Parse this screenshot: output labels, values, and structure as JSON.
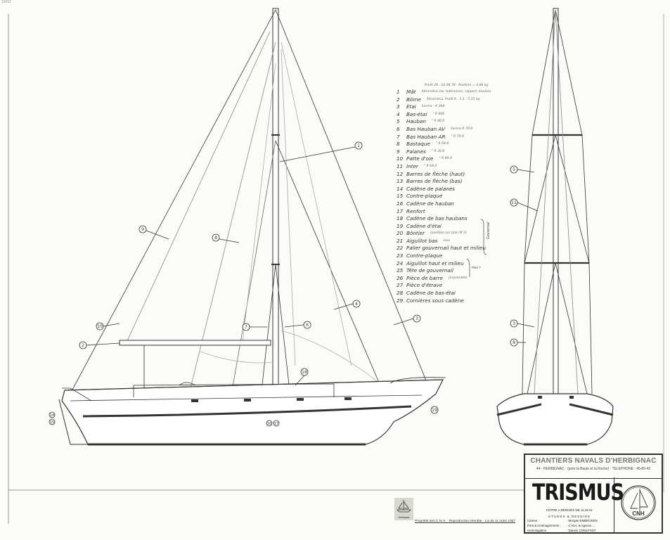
{
  "corner_label": "20452",
  "legend": {
    "header": "Profil 28 · 22.04.78 · Poids/m = 6,86 kg",
    "items": [
      {
        "num": "1",
        "label": "Mât",
        "spec": "Aéroméca (av. tolérances, rapport, boulon)"
      },
      {
        "num": "2",
        "label": "Bôme",
        "spec": "Aéroméca, Profil 6 · 1,1 · 7,35 kg"
      },
      {
        "num": "3",
        "label": "Etai",
        "spec": "Sarma · R 364"
      },
      {
        "num": "4",
        "label": "Bas-étai",
        "spec": "\"  R 800"
      },
      {
        "num": "5",
        "label": "Hauban",
        "spec": "\"  R 80.0"
      },
      {
        "num": "6",
        "label": "Bas Hauban AV",
        "spec": "Sarma  R 70.0"
      },
      {
        "num": "7",
        "label": "Bas Hauban AR",
        "spec": "\"  R 70.0"
      },
      {
        "num": "8",
        "label": "Bastaque",
        "spec": "\"  R 64.0"
      },
      {
        "num": "9",
        "label": "Palanes",
        "spec": "\"  R 30.0"
      },
      {
        "num": "10",
        "label": "Patte d'oie",
        "spec": "\"  R 80.0"
      },
      {
        "num": "11",
        "label": "Inter",
        "spec": "\"  R 64.0"
      },
      {
        "num": "12",
        "label": "Barres de flèche (haut)",
        "spec": ""
      },
      {
        "num": "13",
        "label": "Barres de flèche (bas)",
        "spec": ""
      },
      {
        "num": "14",
        "label": "Cadène de palanes",
        "spec": ""
      },
      {
        "num": "15",
        "label": "Contre-plaque",
        "spec": ""
      },
      {
        "num": "16",
        "label": "Cadène de hauban",
        "spec": ""
      },
      {
        "num": "17",
        "label": "Renfort",
        "spec": ""
      },
      {
        "num": "18",
        "label": "Cadène de bas haubans",
        "spec": ""
      },
      {
        "num": "19",
        "label": "Cadène d'étai",
        "spec": ""
      },
      {
        "num": "20",
        "label": "Bôntier",
        "spec": "(position sur plan N°3)"
      },
      {
        "num": "21",
        "label": "Aiguillot bas",
        "spec": "inox"
      },
      {
        "num": "22",
        "label": "Palier gouvernail haut et milieu",
        "spec": ""
      },
      {
        "num": "23",
        "label": "Contre-plaque",
        "spec": ""
      },
      {
        "num": "24",
        "label": "Aiguillot haut et milieu",
        "spec": ""
      },
      {
        "num": "25",
        "label": "Tête de gouvernail",
        "spec": ""
      },
      {
        "num": "26",
        "label": "Pièce de barre",
        "spec": "(implantée)"
      },
      {
        "num": "27",
        "label": "Pièce d'étrave",
        "spec": ""
      },
      {
        "num": "28",
        "label": "Cadène de bas-étai",
        "spec": ""
      },
      {
        "num": "29",
        "label": "Cornières sous cadène",
        "spec": ""
      }
    ],
    "group_gouvernail": "Gouvernail",
    "group_plan": "Plan 7"
  },
  "callouts_side": [
    "1",
    "9",
    "8",
    "10",
    "2",
    "7",
    "6",
    "4",
    "3",
    "18",
    "19",
    "14",
    "15",
    "16",
    "17"
  ],
  "callouts_front": [
    "5",
    "11",
    "3",
    "8"
  ],
  "title_block": {
    "yard": "CHANTIERS NAVALS D'HERBIGNAC",
    "address": "44 · HERBIGNAC · (près la Baule et la Roche) · TELEPHONE : 45-80-42",
    "boat_name": "TRISMUS",
    "subtitle": "COTRE A DERIVES DE 11,20 M.",
    "studies": "ETUDES & DESSINS",
    "credits": [
      {
        "role": "Carène :",
        "by": ": Morgan EMBROSEN"
      },
      {
        "role": "Pont & Aménagements :",
        "by": ": C.N.H. & Agence ..."
      },
      {
        "role": "Homologation",
        "by": ": Danelo CONSTANT"
      }
    ],
    "logo_text": "CNH"
  },
  "stamp_label": "Herbignac",
  "footer": "Propriété des C.N.H. · Reproduction interdite · Loi du 11 mars 1957"
}
